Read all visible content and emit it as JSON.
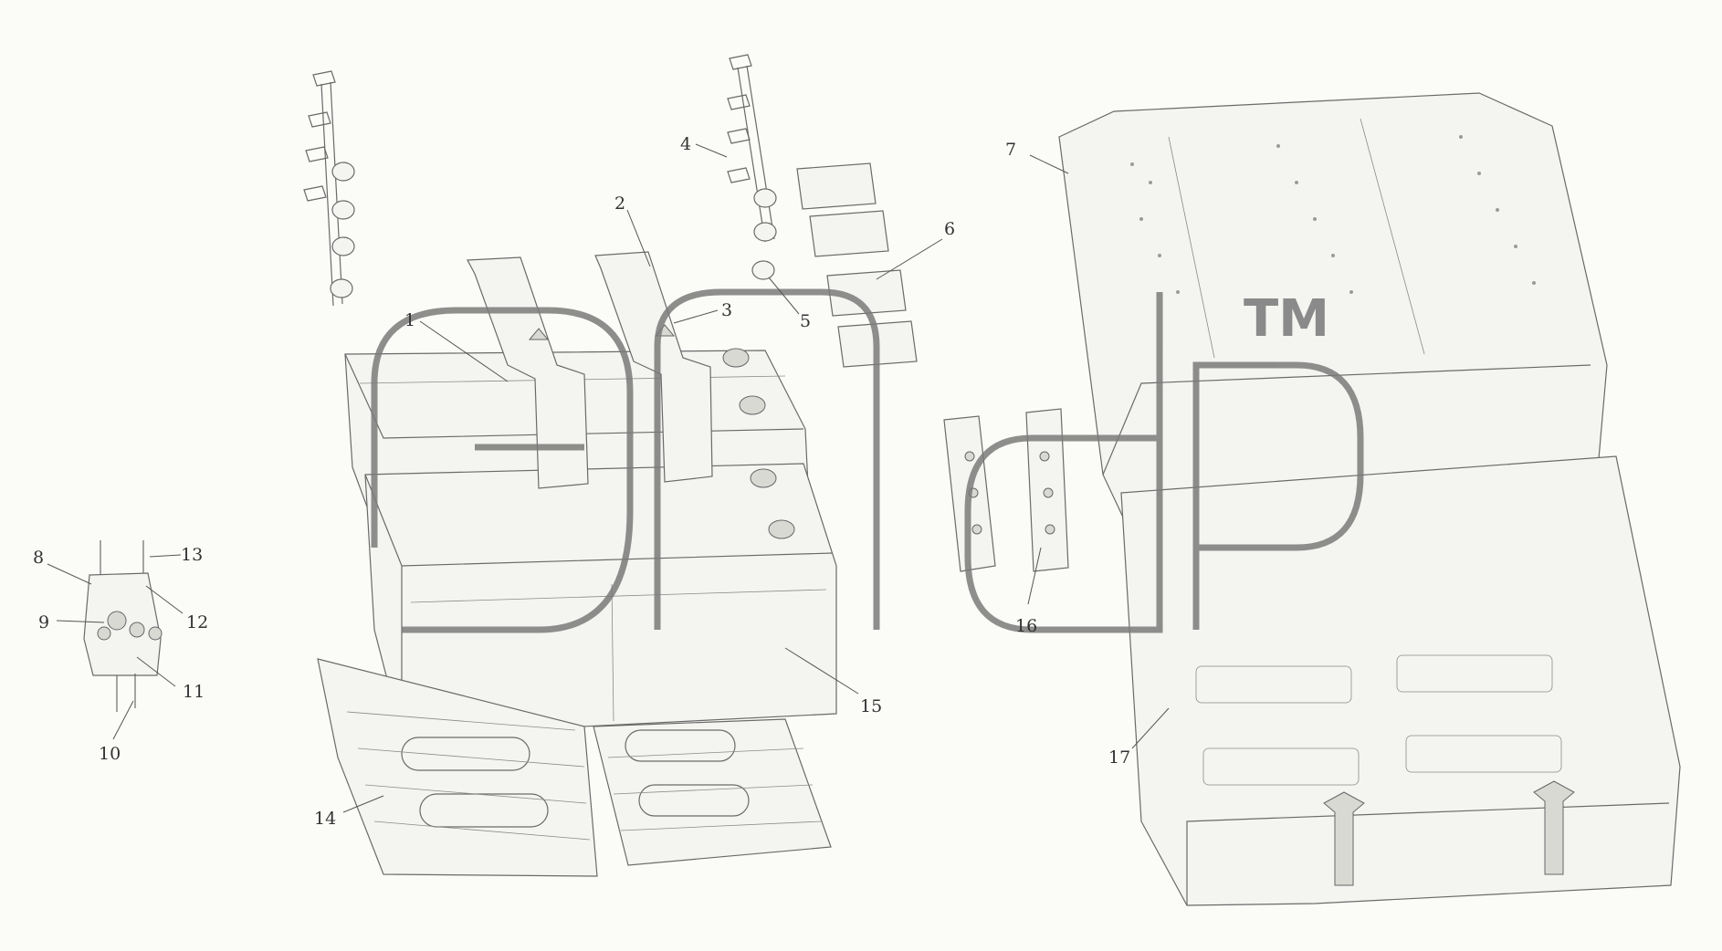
{
  "diagram": {
    "watermark": {
      "trademark": "TM"
    },
    "callouts": [
      {
        "id": "1",
        "label": "1"
      },
      {
        "id": "2",
        "label": "2"
      },
      {
        "id": "3",
        "label": "3"
      },
      {
        "id": "4",
        "label": "4"
      },
      {
        "id": "5",
        "label": "5"
      },
      {
        "id": "6",
        "label": "6"
      },
      {
        "id": "7",
        "label": "7"
      },
      {
        "id": "8",
        "label": "8"
      },
      {
        "id": "9",
        "label": "9"
      },
      {
        "id": "10",
        "label": "10"
      },
      {
        "id": "11",
        "label": "11"
      },
      {
        "id": "12",
        "label": "12"
      },
      {
        "id": "13",
        "label": "13"
      },
      {
        "id": "14",
        "label": "14"
      },
      {
        "id": "15",
        "label": "15"
      },
      {
        "id": "16",
        "label": "16"
      },
      {
        "id": "17",
        "label": "17"
      }
    ]
  }
}
